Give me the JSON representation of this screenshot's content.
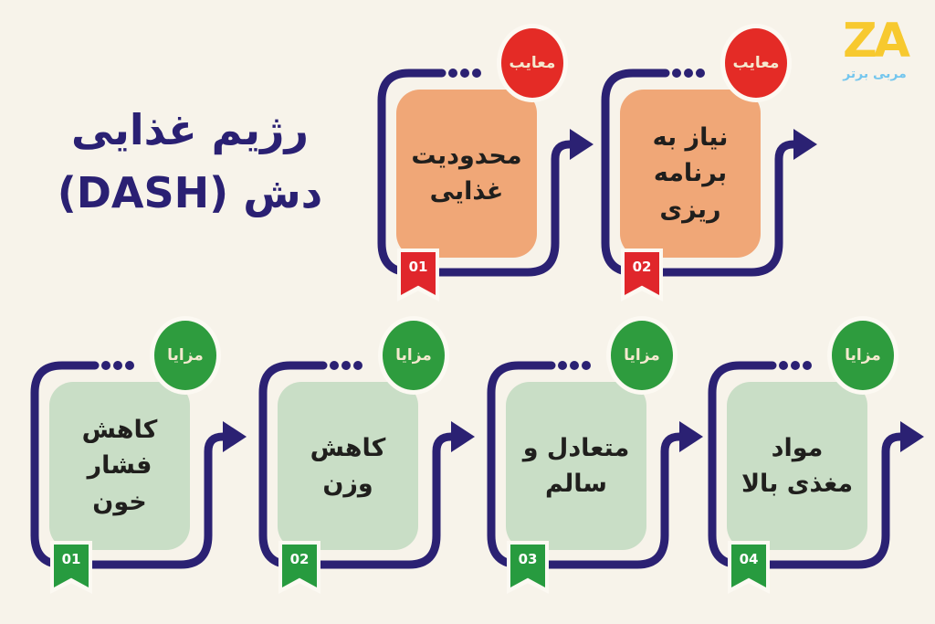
{
  "title": {
    "line1": "رژیم غذایی",
    "line2": "دش (DASH)"
  },
  "logo": {
    "mark": "ZA",
    "subtext": "مربی برتر"
  },
  "colors": {
    "background": "#f7f3ea",
    "outline_navy": "#2b2173",
    "cons_card": "#f0a777",
    "cons_badge": "#e42b26",
    "pros_card": "#c9dec6",
    "pros_badge": "#2e9c3e",
    "badge_text": "#f5e9cf",
    "title_navy": "#2a2073",
    "logo_yellow": "#f7c92f",
    "logo_blue": "#74c6ee"
  },
  "cards": [
    {
      "group": "cons",
      "badge": "معایب",
      "label": "محدودیت غذایی",
      "number": "01"
    },
    {
      "group": "cons",
      "badge": "معایب",
      "label": "نیاز به برنامه ریزی",
      "number": "02"
    },
    {
      "group": "pros",
      "badge": "مزایا",
      "label": "کاهش فشار خون",
      "number": "01"
    },
    {
      "group": "pros",
      "badge": "مزایا",
      "label": "کاهش وزن",
      "number": "02"
    },
    {
      "group": "pros",
      "badge": "مزایا",
      "label": "متعادل و سالم",
      "number": "03"
    },
    {
      "group": "pros",
      "badge": "مزایا",
      "label": "مواد مغذی بالا",
      "number": "04"
    }
  ]
}
